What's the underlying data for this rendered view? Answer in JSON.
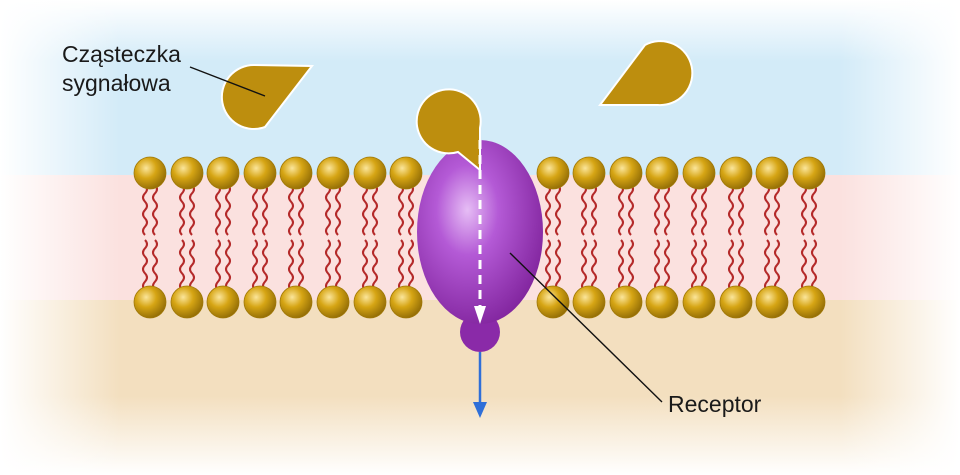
{
  "labels": {
    "signal_molecule_line1": "Cząsteczka",
    "signal_molecule_line2": "sygnałowa",
    "receptor": "Receptor"
  },
  "colors": {
    "extracellular": "#d3ebf8",
    "membrane_core": "#fbe1df",
    "cytoplasm": "#f3dfbf",
    "lipid_head": "#d6a514",
    "lipid_tail": "#b42a2a",
    "signal_molecule": "#bd8e0e",
    "receptor": "#9b3bc0",
    "signal_arrow": "#2f6fd8"
  },
  "icons": {
    "signal_molecule": "teardrop-shape",
    "receptor": "ellipse-protein-shape",
    "lipid": "phospholipid-head-with-tails"
  }
}
